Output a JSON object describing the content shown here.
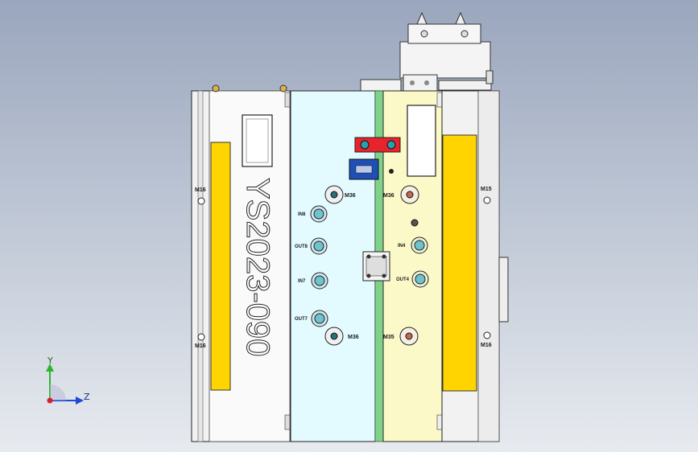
{
  "part_number": "YS2023-090",
  "bolt_labels": {
    "m16_left_top": "M16",
    "m16_left_bottom": "M16",
    "m15_right_top": "M15",
    "m16_right_bottom": "M16",
    "m36_cyan_top": "M36",
    "m36_cyan_bottom": "M36",
    "m36_yellow_top": "M36",
    "m35_yellow_bottom": "M35"
  },
  "port_labels": {
    "cyan": [
      "IN8",
      "OUT8",
      "IN7",
      "OUT7"
    ],
    "yellow": [
      "IN4",
      "OUT4"
    ]
  },
  "axis": {
    "y": "Y",
    "z": "Z"
  },
  "colors": {
    "plate_left": "#e3fbff",
    "plate_right": "#fcf9c8",
    "yellow_window": "#ffd400",
    "red_block": "#e8232b",
    "blue_block": "#1f4fb5",
    "green_strip": "#7fd28a"
  }
}
